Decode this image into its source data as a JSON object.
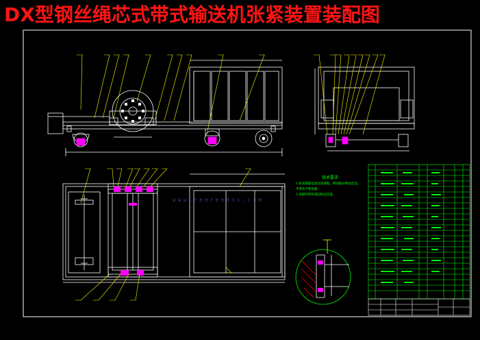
{
  "title": "DX型钢丝绳芯式带式输送机张紧装置装配图",
  "tech_requirements": {
    "heading": "技术要求",
    "items": [
      "1.各润滑部位加注润滑脂，转动部分转动灵活，",
      "  不得有卡死现象。",
      "2.装配时所有紧固件应拧紧。"
    ]
  },
  "watermark": "www.renrendoc.com",
  "colors": {
    "background": "#000000",
    "outline": "#ffffff",
    "leader": "#ffff00",
    "accent": "#ff00ff",
    "bom_lines": "#00ff00",
    "title_text": "#ff1414",
    "watermark": "#3a3a8a"
  }
}
